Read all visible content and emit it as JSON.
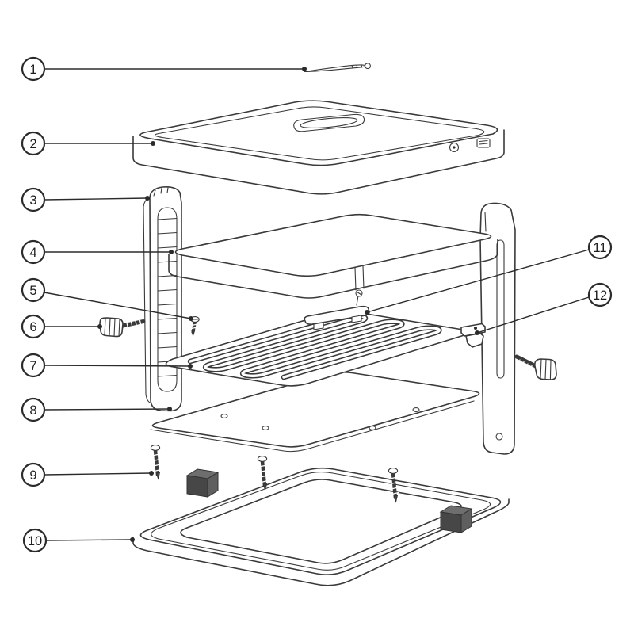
{
  "diagram": {
    "kind": "exploded-parts-diagram",
    "callouts": [
      {
        "label": "1"
      },
      {
        "label": "2"
      },
      {
        "label": "3"
      },
      {
        "label": "4"
      },
      {
        "label": "5"
      },
      {
        "label": "6"
      },
      {
        "label": "7"
      },
      {
        "label": "8"
      },
      {
        "label": "9"
      },
      {
        "label": "10"
      },
      {
        "label": "11"
      },
      {
        "label": "12"
      }
    ]
  },
  "colors": {
    "line": "#3a3a3a",
    "callout_ink": "#2b2b2b",
    "background": "#ffffff",
    "foot_dark": "#474747"
  }
}
